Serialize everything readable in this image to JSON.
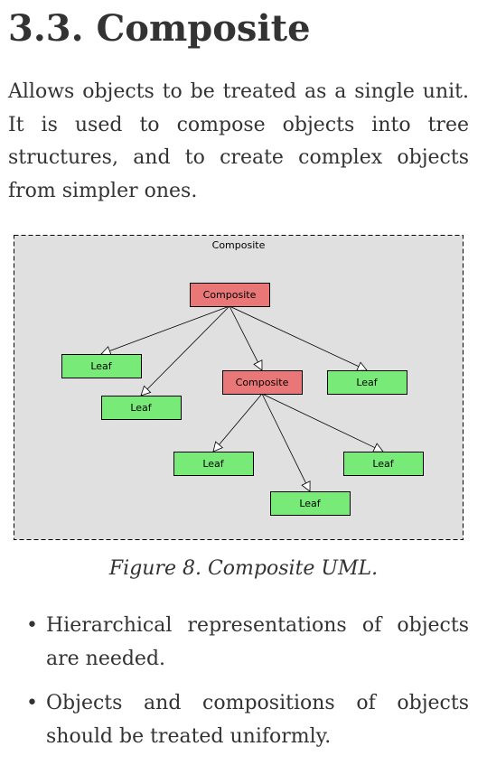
{
  "section": {
    "title": "3.3. Composite",
    "intro": "Allows objects to be treated as a single unit. It is used to compose objects into tree structures, and to create complex objects from simpler ones."
  },
  "diagram": {
    "frame_label": "Composite",
    "colors": {
      "background": "#e0e0e0",
      "composite_fill": "#ea7777",
      "leaf_fill": "#77ea77",
      "border": "#000000"
    },
    "nodes": [
      {
        "id": "root",
        "label": "Composite",
        "kind": "composite"
      },
      {
        "id": "leaf1",
        "label": "Leaf",
        "kind": "leaf"
      },
      {
        "id": "leaf2",
        "label": "Leaf",
        "kind": "leaf"
      },
      {
        "id": "sub",
        "label": "Composite",
        "kind": "composite"
      },
      {
        "id": "leaf3",
        "label": "Leaf",
        "kind": "leaf"
      },
      {
        "id": "leaf4",
        "label": "Leaf",
        "kind": "leaf"
      },
      {
        "id": "leaf5",
        "label": "Leaf",
        "kind": "leaf"
      },
      {
        "id": "leaf6",
        "label": "Leaf",
        "kind": "leaf"
      }
    ],
    "edges": [
      {
        "from": "root",
        "to": "leaf1"
      },
      {
        "from": "root",
        "to": "leaf2"
      },
      {
        "from": "root",
        "to": "sub"
      },
      {
        "from": "root",
        "to": "leaf3"
      },
      {
        "from": "sub",
        "to": "leaf4"
      },
      {
        "from": "sub",
        "to": "leaf6"
      },
      {
        "from": "sub",
        "to": "leaf5"
      }
    ]
  },
  "figure": {
    "caption": "Figure 8. Composite UML."
  },
  "bullets": {
    "marker": "•",
    "items": [
      "Hierarchical representations of objects are needed.",
      "Objects and compositions of objects should be treated uniformly."
    ]
  }
}
